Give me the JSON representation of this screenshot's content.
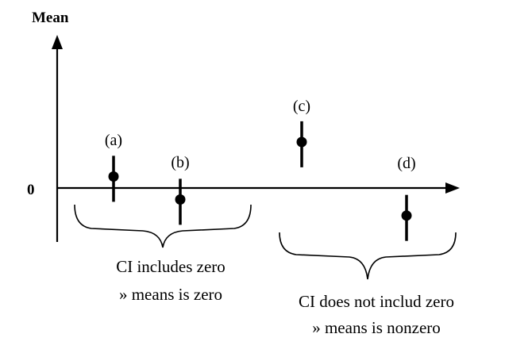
{
  "axis": {
    "y_label": "Mean",
    "zero_label": "0"
  },
  "points": [
    {
      "id": "a",
      "label": "(a)",
      "mean": 0.5,
      "ci_low": -0.6,
      "ci_high": 1.4
    },
    {
      "id": "b",
      "label": "(b)",
      "mean": -0.5,
      "ci_low": -1.6,
      "ci_high": 0.4
    },
    {
      "id": "c",
      "label": "(c)",
      "mean": 2.0,
      "ci_low": 0.9,
      "ci_high": 2.9
    },
    {
      "id": "d",
      "label": "(d)",
      "mean": -1.2,
      "ci_low": -2.3,
      "ci_high": -0.3
    }
  ],
  "groups": {
    "includes_zero": {
      "line1": "CI includes zero",
      "line2": "» means is zero"
    },
    "excludes_zero": {
      "line1": "CI does not includ zero",
      "line2": "» means is nonzero"
    }
  },
  "colors": {
    "ink": "#000000",
    "background": "#ffffff"
  }
}
